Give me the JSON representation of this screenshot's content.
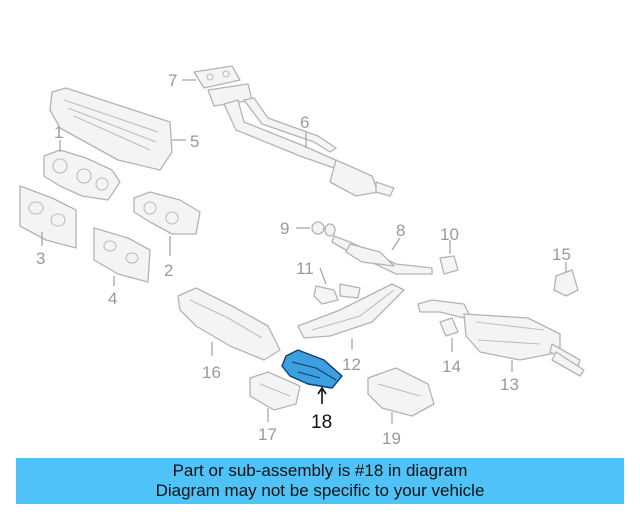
{
  "diagram": {
    "highlighted_part": "18",
    "callouts": [
      "1",
      "2",
      "3",
      "4",
      "5",
      "6",
      "7",
      "8",
      "9",
      "10",
      "11",
      "12",
      "13",
      "14",
      "15",
      "16",
      "17",
      "18",
      "19"
    ]
  },
  "banner": {
    "line1": "Part or sub-assembly is #18 in diagram",
    "line2": "Diagram may not be specific to your vehicle",
    "color": "#4fc3f7"
  },
  "colors": {
    "highlight_fill": "#3b9fe0",
    "highlight_stroke": "#0d3f6b",
    "part_stroke": "#b3b3b3",
    "callout_text": "#9a9a9a"
  }
}
